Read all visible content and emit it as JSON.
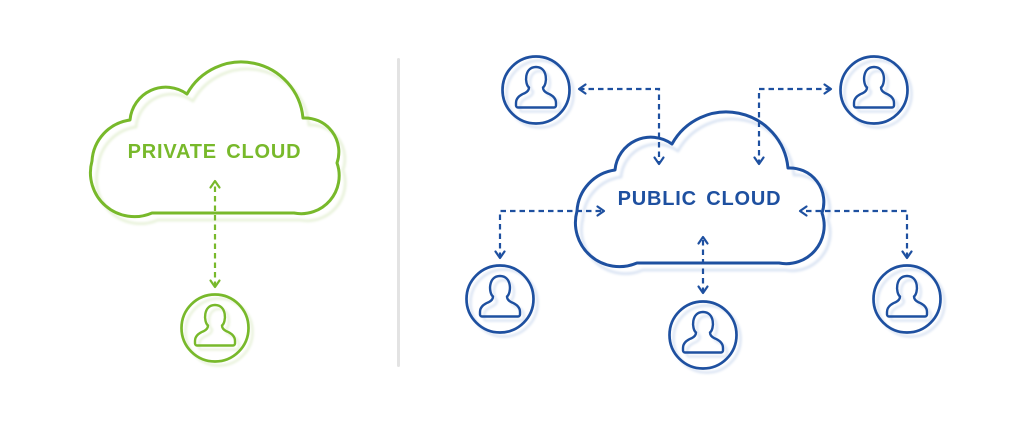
{
  "private_cloud": {
    "label": "PRIVATE CLOUD",
    "accent_color": "#78b92b",
    "shadow_color": "#eaf3dd",
    "user_count": 1
  },
  "public_cloud": {
    "label": "PUBLIC CLOUD",
    "accent_color": "#1e50a0",
    "shadow_color": "#dde6f4",
    "user_count": 5
  },
  "divider_color": "#e3e3e3",
  "background_color": "#ffffff",
  "icons": {
    "user": "person-silhouette-in-circle",
    "cloud": "cloud-outline",
    "connector": "dashed-double-headed-arrow"
  }
}
